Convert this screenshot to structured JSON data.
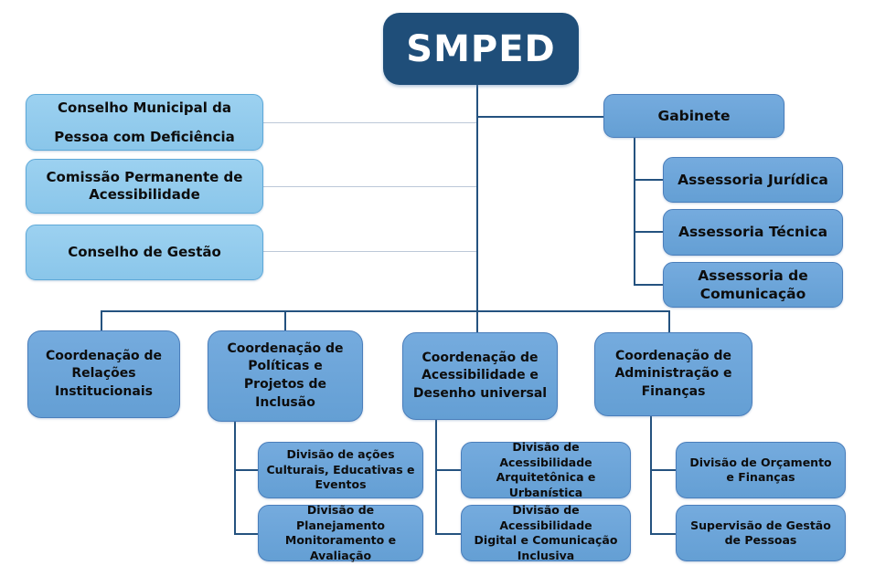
{
  "colors": {
    "background": "#ffffff",
    "root_fill": "#1f4e79",
    "root_text": "#ffffff",
    "light_fill": "#9cd1f0",
    "light_fill_2": "#8ac6ea",
    "light_border": "#5ea9d8",
    "mid_fill": "#75abde",
    "mid_fill_2": "#649fd4",
    "mid_border": "#4a7ebb",
    "node_text": "#0d0d0d",
    "connector_dark": "#24527f",
    "connector_light": "#bcc8d8"
  },
  "root": {
    "label": "SMPED"
  },
  "advisory_bodies": [
    {
      "label": [
        "Conselho Municipal da",
        "Pessoa com Deficiência"
      ]
    },
    {
      "label": [
        "Comissão Permanente de",
        "Acessibilidade"
      ]
    },
    {
      "label": "Conselho de Gestão"
    }
  ],
  "gabinete": {
    "label": "Gabinete",
    "children": [
      {
        "label": "Assessoria Jurídica"
      },
      {
        "label": "Assessoria Técnica"
      },
      {
        "label": [
          "Assessoria de",
          "Comunicação"
        ]
      }
    ]
  },
  "coordinations": [
    {
      "label": [
        "Coordenação de",
        "Relações",
        "Institucionais"
      ],
      "children": []
    },
    {
      "label": [
        "Coordenação de",
        "Políticas e",
        "Projetos de",
        "Inclusão"
      ],
      "children": [
        {
          "label": [
            "Divisão de ações",
            "Culturais, Educativas e",
            "Eventos"
          ]
        },
        {
          "label": [
            "Divisão de Planejamento",
            "Monitoramento e",
            "Avaliação"
          ]
        }
      ]
    },
    {
      "label": [
        "Coordenação de",
        "Acessibilidade e",
        "Desenho universal"
      ],
      "children": [
        {
          "label": [
            "Divisão de Acessibilidade",
            "Arquitetônica e",
            "Urbanística"
          ]
        },
        {
          "label": [
            "Divisão de Acessibilidade",
            "Digital e Comunicação",
            "Inclusiva"
          ]
        }
      ]
    },
    {
      "label": [
        "Coordenação de",
        "Administração e",
        "Finanças"
      ],
      "children": [
        {
          "label": [
            "Divisão de Orçamento",
            "e Finanças"
          ]
        },
        {
          "label": [
            "Supervisão de Gestão",
            "de Pessoas"
          ]
        }
      ]
    }
  ]
}
